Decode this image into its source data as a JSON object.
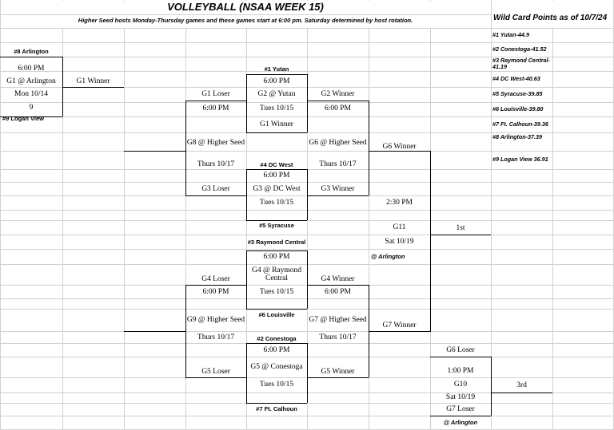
{
  "title": "VOLLEYBALL (NSAA WEEK 15)",
  "subtitle": "Higher Seed hosts Monday-Thursday games and these games start at 6:00 pm. Saturday determined by host rotation.",
  "wildcard": {
    "header": "Wild Card Points as of 10/7/24",
    "items": [
      "#1 Yutan-44.9",
      "#2 Conestoga-41.52",
      "#3 Raymond Central-41.19",
      "#4 DC West-40.63",
      "#5 Syracuse-39.85",
      "#6 Louisville-39.80",
      "#7 Ft. Calhoun-39.36",
      "#8 Arlington-37.39",
      "#9 Logan View 36.91"
    ]
  },
  "cells": {
    "seed8": "#8 Arlington",
    "g1_time": "6:00 PM",
    "g1_match": "G1 @ Arlington",
    "g1_date": "Mon 10/14",
    "g1_num": "9",
    "seed9": "#9 Logan View",
    "g1_winner": "G1 Winner",
    "seed1": "#1 Yutan",
    "g2_time": "6:00 PM",
    "g1_loser": "G1 Loser",
    "g2_match": "G2 @ Yutan",
    "g2_winner": "G2 Winner",
    "g8_time": "6:00 PM",
    "g2_date": "Tues 10/15",
    "g6_time": "6:00 PM",
    "g1_winner_2": "G1 Winner",
    "g8_match": "G8 @ Higher Seed",
    "g6_match": "G6 @ Higher Seed",
    "g6_winner": "G6 Winner",
    "g8_date": "Thurs 10/17",
    "seed4": "#4 DC West",
    "g6_date": "Thurs 10/17",
    "g3_time": "6:00 PM",
    "g3_loser": "G3 Loser",
    "g3_match": "G3 @ DC West",
    "g3_winner": "G3 Winner",
    "g3_date": "Tues 10/15",
    "g11_time": "2:30 PM",
    "seed5": "#5 Syracuse",
    "g11_match": "G11",
    "first": "1st",
    "seed3": "#3 Raymond Central",
    "g11_date": "Sat 10/19",
    "g4_time": "6:00 PM",
    "g11_site": "@ Arlington",
    "g4_match": "G4 @ Raymond Central",
    "g4_loser": "G4 Loser",
    "g4_winner": "G4 Winner",
    "g9_time": "6:00 PM",
    "g4_date": "Tues 10/15",
    "g7_time": "6:00 PM",
    "g9_match": "G9 @ Higher Seed",
    "seed6": "#6 Louisville",
    "g7_match": "G7 @ Higher Seed",
    "g7_winner": "G7 Winner",
    "g9_date": "Thurs 10/17",
    "seed2": "#2 Conestoga",
    "g7_date": "Thurs 10/17",
    "g6_loser": "G6 Loser",
    "g5_time": "6:00 PM",
    "g5_loser": "G5 Loser",
    "g5_match": "G5 @ Conestoga",
    "g5_winner": "G5 Winner",
    "g10_time": "1:00 PM",
    "g10_match": "G10",
    "third": "3rd",
    "g5_date": "Tues 10/15",
    "g10_date": "Sat 10/19",
    "g7_loser": "G7 Loser",
    "seed7": "#7 Ft. Calhoun",
    "g10_site": "@ Arlington"
  }
}
